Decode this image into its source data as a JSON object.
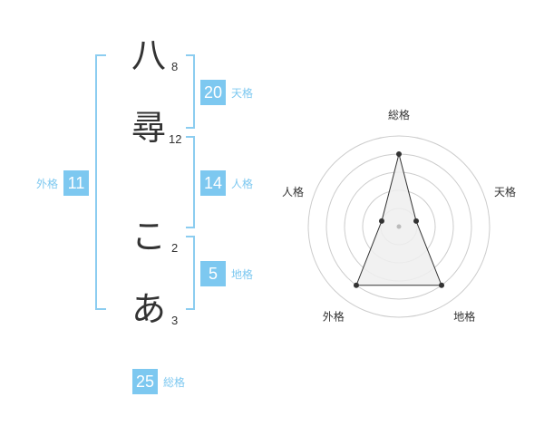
{
  "name": {
    "chars": [
      {
        "char": "八",
        "strokes": "8"
      },
      {
        "char": "尋",
        "strokes": "12"
      },
      {
        "char": "こ",
        "strokes": "2"
      },
      {
        "char": "あ",
        "strokes": "3"
      }
    ]
  },
  "kaku": {
    "tenkaku": {
      "label": "天格",
      "value": "20"
    },
    "jinkaku": {
      "label": "人格",
      "value": "14"
    },
    "chikaku": {
      "label": "地格",
      "value": "5"
    },
    "gaikaku": {
      "label": "外格",
      "value": "11"
    },
    "soukaku": {
      "label": "総格",
      "value": "25"
    }
  },
  "chart_data": {
    "type": "radar",
    "axes": [
      "総格",
      "天格",
      "地格",
      "外格",
      "人格"
    ],
    "levels": 5,
    "values": [
      4,
      1,
      4,
      4,
      1
    ],
    "max": 5,
    "colors": {
      "fill": "#eeeeee",
      "stroke": "#333333",
      "grid": "#cccccc",
      "center": "#bbbbbb"
    }
  }
}
